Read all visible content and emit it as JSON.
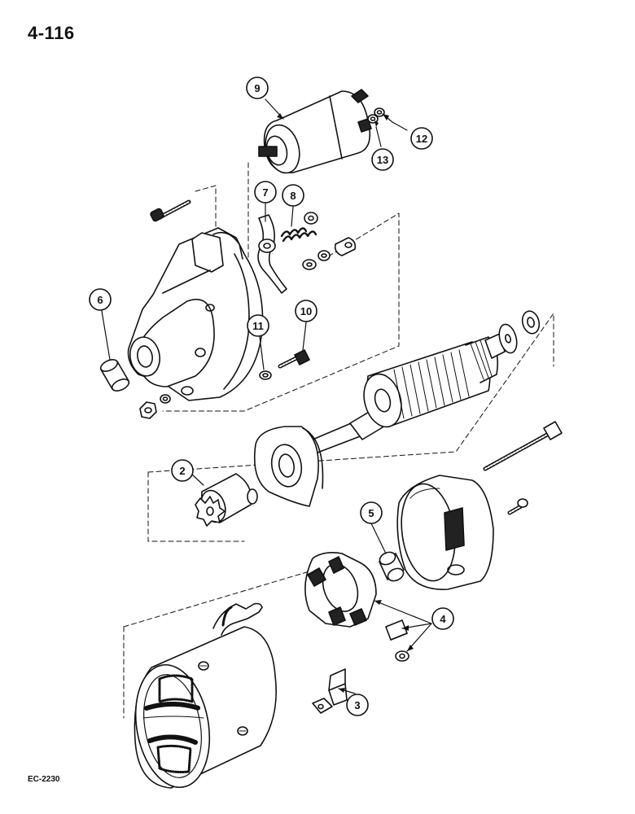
{
  "header": {
    "page_number": "4-116"
  },
  "footer": {
    "doc_code": "EC-2230"
  },
  "callouts": [
    {
      "id": "callout-9",
      "label": "9"
    },
    {
      "id": "callout-12",
      "label": "12"
    },
    {
      "id": "callout-13",
      "label": "13"
    },
    {
      "id": "callout-7",
      "label": "7"
    },
    {
      "id": "callout-8",
      "label": "8"
    },
    {
      "id": "callout-6",
      "label": "6"
    },
    {
      "id": "callout-11",
      "label": "11"
    },
    {
      "id": "callout-10",
      "label": "10"
    },
    {
      "id": "callout-2",
      "label": "2"
    },
    {
      "id": "callout-5",
      "label": "5"
    },
    {
      "id": "callout-4",
      "label": "4"
    },
    {
      "id": "callout-3",
      "label": "3"
    }
  ]
}
